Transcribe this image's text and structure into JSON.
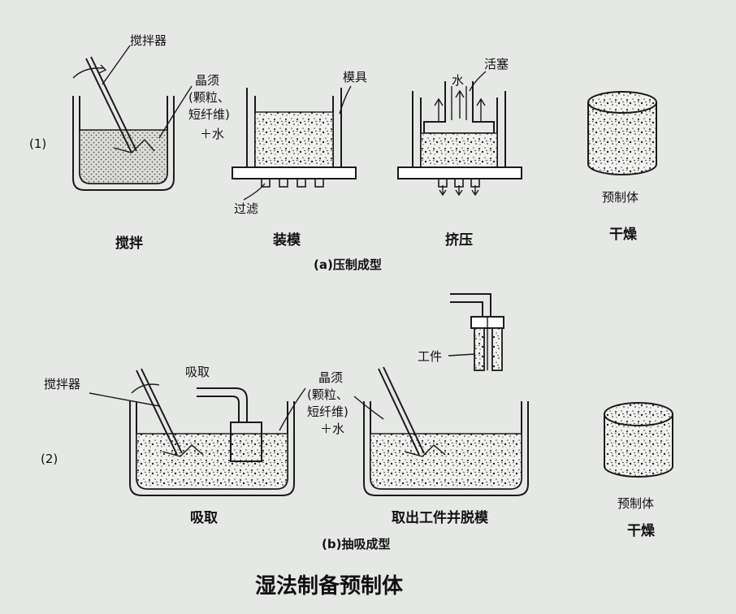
{
  "row1": {
    "index": "(1)",
    "labels": {
      "stirrer": "搅拌器",
      "mix_line1": "晶须",
      "mix_line2": "(颗粒、",
      "mix_line3": "短纤维)",
      "mix_line4": "＋水",
      "mold": "模具",
      "filter": "过滤",
      "piston": "活塞",
      "water": "水",
      "preform": "预制体"
    },
    "steps": [
      "搅拌",
      "装模",
      "挤压",
      "干燥"
    ],
    "caption": "(a)压制成型"
  },
  "row2": {
    "index": "(2)",
    "labels": {
      "stirrer": "搅拌器",
      "suction": "吸取",
      "mix_line1": "晶须",
      "mix_line2": "(颗粒、",
      "mix_line3": "短纤维)",
      "mix_line4": "＋水",
      "workpiece": "工件",
      "preform": "预制体"
    },
    "steps": [
      "吸取",
      "取出工件并脱模",
      "干燥"
    ],
    "caption": "(b)抽吸成型"
  },
  "title": "湿法制备预制体"
}
